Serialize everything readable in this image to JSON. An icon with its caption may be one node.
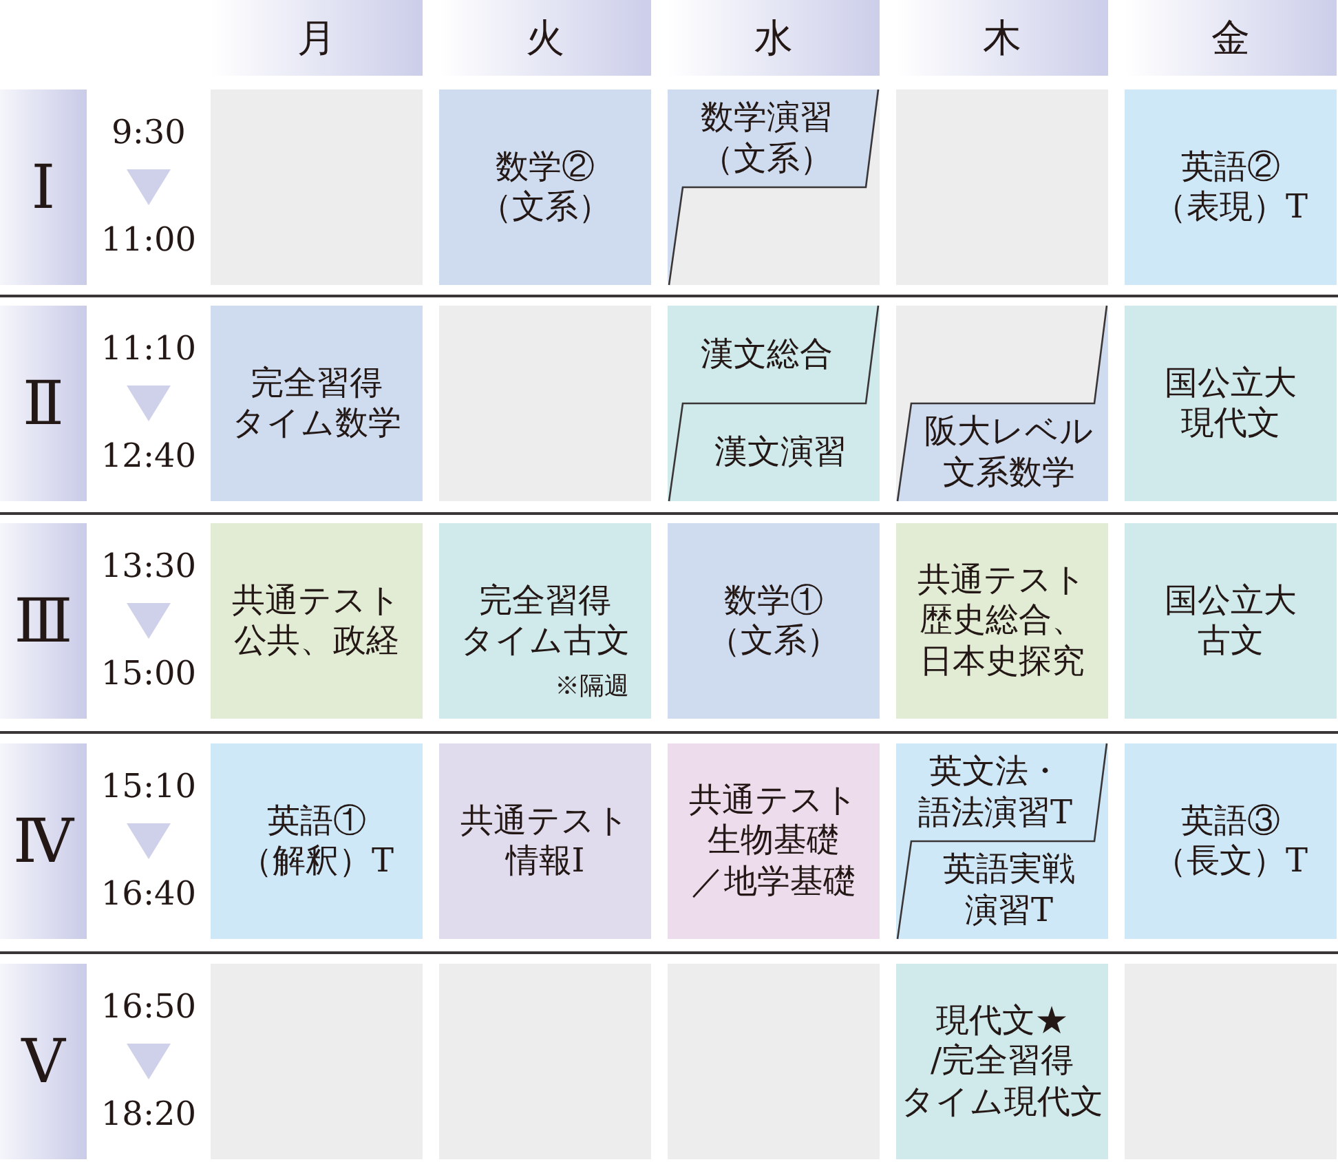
{
  "diagram": {
    "labels": [
      "月",
      "火",
      "水",
      "木",
      "金",
      "Ⅰ",
      "9:30",
      "11:00",
      "数学②（文系）",
      "数学演習（文系）",
      "英語②（表現）T",
      "Ⅱ",
      "11:10",
      "12:40",
      "完全習得タイム数学",
      "漢文総合",
      "漢文演習",
      "阪大レベル文系数学",
      "国公立大現代文",
      "Ⅲ",
      "13:30",
      "15:00",
      "共通テスト公共、政経",
      "完全習得タイム古文",
      "※隔週",
      "数学①（文系）",
      "共通テスト歴史総合、日本史探究",
      "国公立大古文",
      "Ⅳ",
      "15:10",
      "16:40",
      "英語①（解釈）T",
      "共通テスト情報I",
      "共通テスト生物基礎／地学基礎",
      "英文法・語法演習T",
      "英語実戦演習T",
      "英語③（長文）T",
      "Ⅴ",
      "16:50",
      "18:20",
      "現代文★/完全習得タイム現代文"
    ]
  }
}
